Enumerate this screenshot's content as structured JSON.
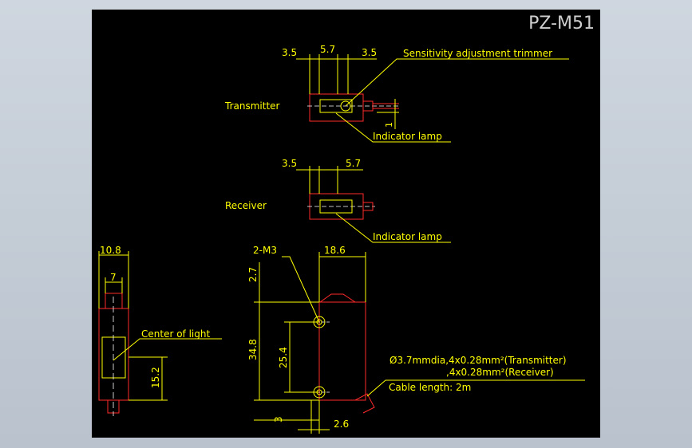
{
  "title": "PZ-M51",
  "colors": {
    "background": "#000000",
    "outline": "#ff2a2a",
    "dimension": "#ffff00",
    "centerline": "#ffffff",
    "text": "#ffff00"
  },
  "transmitter": {
    "label": "Transmitter",
    "dims": {
      "left": "3.5",
      "middle": "5.7",
      "right": "3.5",
      "vertical": "1"
    },
    "trimmer_note": "Sensitivity adjustment trimmer",
    "lamp_note": "Indicator lamp"
  },
  "receiver": {
    "label": "Receiver",
    "dims": {
      "left": "3.5",
      "right": "5.7"
    },
    "lamp_note": "Indicator lamp"
  },
  "side_view": {
    "width_total": "10.8",
    "width_inner": "7",
    "center_note": "Center of light",
    "height_light": "15.2"
  },
  "front_view": {
    "screw_note": "2-M3",
    "width": "18.6",
    "top_offset": "2.7",
    "height_total": "34.8",
    "hole_pitch": "25.4",
    "bottom_offset": "3",
    "edge_offset": "2.6",
    "cable_line1": "Ø3.7mmdia,4x0.28mm²(Transmitter)",
    "cable_line2": ",4x0.28mm²(Receiver)",
    "cable_line3": "Cable length: 2m"
  }
}
